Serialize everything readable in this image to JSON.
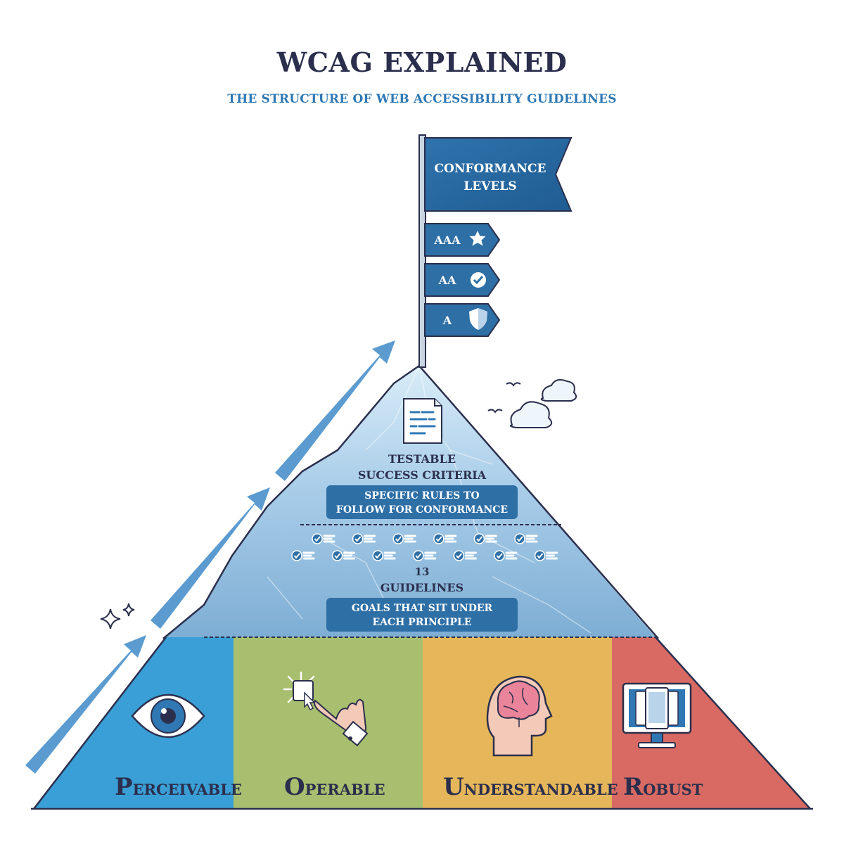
{
  "header": {
    "title": "WCAG EXPLAINED",
    "subtitle": "THE STRUCTURE OF WEB ACCESSIBILITY GUIDELINES"
  },
  "flag": {
    "line1": "CONFORMANCE",
    "line2": "LEVELS",
    "levels": [
      {
        "label": "AAA",
        "icon": "star-icon"
      },
      {
        "label": "AA",
        "icon": "checkmark-icon"
      },
      {
        "label": "A",
        "icon": "shield-icon"
      }
    ]
  },
  "success_criteria": {
    "title_line1": "TESTABLE",
    "title_line2": "SUCCESS CRITERIA",
    "desc_line1": "SPECIFIC RULES TO",
    "desc_line2": "FOLLOW FOR CONFORMANCE",
    "icon": "document-icon"
  },
  "guidelines": {
    "count": "13",
    "title": "GUIDELINES",
    "desc_line1": "GOALS THAT SIT UNDER",
    "desc_line2": "EACH PRINCIPLE",
    "icon": "checklist-item-icon",
    "item_count": 13
  },
  "principles": [
    {
      "initial": "P",
      "rest": "ERCEIVABLE",
      "color": "#3a9fd6",
      "icon": "eye-icon"
    },
    {
      "initial": "O",
      "rest": "PERABLE",
      "color": "#a7bf6e",
      "icon": "pointing-hand-icon"
    },
    {
      "initial": "U",
      "rest": "NDERSTANDABLE",
      "color": "#e6b75a",
      "icon": "head-brain-icon"
    },
    {
      "initial": "R",
      "rest": "OBUST",
      "color": "#d86a63",
      "icon": "devices-monitor-icon"
    }
  ],
  "colors": {
    "navy": "#2b2f4d",
    "accent_blue": "#2f78b4",
    "flag_blue": "#2e6fa6",
    "arrow_blue": "#5b9bd0"
  }
}
